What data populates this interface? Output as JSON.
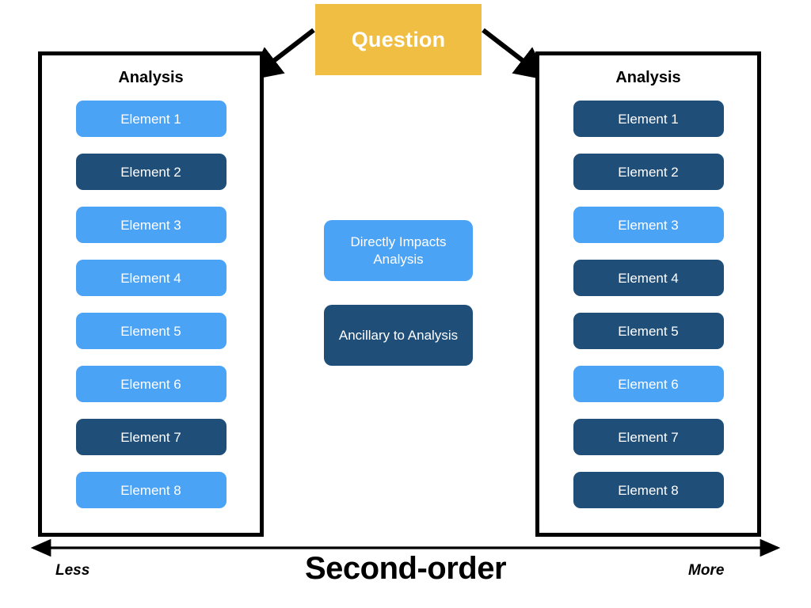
{
  "diagram": {
    "question": {
      "label": "Question"
    },
    "panels": [
      {
        "id": "left",
        "title": "Analysis",
        "elements": [
          {
            "label": "Element 1",
            "category": "direct"
          },
          {
            "label": "Element 2",
            "category": "ancillary"
          },
          {
            "label": "Element 3",
            "category": "direct"
          },
          {
            "label": "Element 4",
            "category": "direct"
          },
          {
            "label": "Element 5",
            "category": "direct"
          },
          {
            "label": "Element 6",
            "category": "direct"
          },
          {
            "label": "Element 7",
            "category": "ancillary"
          },
          {
            "label": "Element 8",
            "category": "direct"
          }
        ]
      },
      {
        "id": "right",
        "title": "Analysis",
        "elements": [
          {
            "label": "Element 1",
            "category": "ancillary"
          },
          {
            "label": "Element 2",
            "category": "ancillary"
          },
          {
            "label": "Element 3",
            "category": "direct"
          },
          {
            "label": "Element 4",
            "category": "ancillary"
          },
          {
            "label": "Element 5",
            "category": "ancillary"
          },
          {
            "label": "Element 6",
            "category": "direct"
          },
          {
            "label": "Element 7",
            "category": "ancillary"
          },
          {
            "label": "Element 8",
            "category": "ancillary"
          }
        ]
      }
    ],
    "legend": [
      {
        "label": "Directly Impacts Analysis",
        "category": "direct"
      },
      {
        "label": "Ancillary to Analysis",
        "category": "ancillary"
      }
    ],
    "axis": {
      "title": "Second-order",
      "low_label": "Less",
      "high_label": "More"
    },
    "colors": {
      "direct": "#4BA3F5",
      "ancillary": "#1F4E79",
      "question": "#EFBE42",
      "outline": "#000000",
      "text_on_fill": "#FFFFFF",
      "background": "#FFFFFF"
    }
  }
}
